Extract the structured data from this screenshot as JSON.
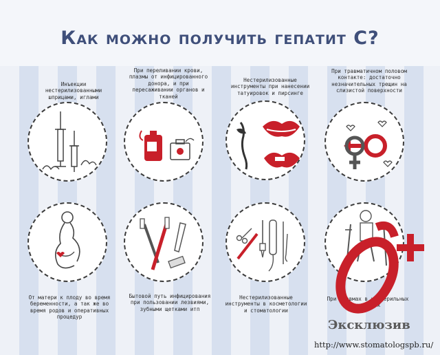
{
  "title": "Как можно получить гепатит С?",
  "captions": {
    "injections": "Инъекции нестерилизованными шприцами, иглами",
    "transfusion": "При переливании крови, плазмы от инфицированного донора, и при пересаживании органов и тканей",
    "tattoo": "Нестерилизованные инструменты при нанесении татуировок и пирсинге",
    "sexual": "При травматичном половом контакте: достаточно незначительных трещин на слизистой поверхности",
    "mother": "От матери к плоду во время беременности, а так же во время родов и оперативных процедур",
    "household": "Бытовой путь инфицирования при пользовании лезвиями, зубными щетками итп",
    "dental": "Нестерилизованные инструменты в косметологии и стоматологии",
    "injury": "При травмах в нестерильных условиях"
  },
  "icons": {
    "injections": "syringe-icon",
    "transfusion": "blood-bag-icon",
    "tattoo": "lips-tattoo-icon",
    "sexual": "gender-symbols-icon",
    "mother": "pregnant-woman-icon",
    "household": "toothbrush-razor-icon",
    "dental": "dental-tools-icon",
    "injury": "injured-person-icon"
  },
  "watermark": {
    "brand": "Эксклюзив",
    "url": "http://www.stomatologspb.ru/"
  },
  "colors": {
    "title": "#3f4f7a",
    "accent_red": "#c8202a",
    "stripe": "#d7e0ef"
  }
}
